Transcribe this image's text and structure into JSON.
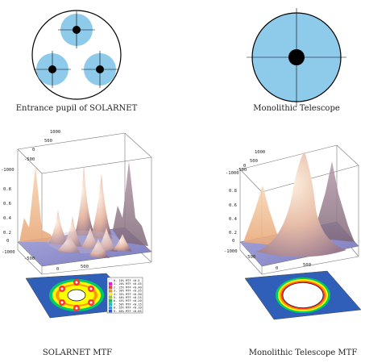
{
  "captions": {
    "solarnet_pupil": "Entrance pupil of SOLARNET",
    "mono_pupil": "Monolithic Telescope",
    "solarnet_mtf": "SOLARNET MTF",
    "mono_mtf": "Monolithic Telescope MTF"
  },
  "colors": {
    "pupil_fill": "#8ecbea",
    "obstruction": "#000000",
    "surface_peach": "#f2c6a0",
    "surface_mauve": "#c8aab6",
    "floor": "#8f8fc8",
    "contour_bg": "#2f5fb8"
  },
  "left_axes": {
    "x_ticks": [
      "1000",
      "500",
      "0",
      "-500",
      "-1000"
    ],
    "y_ticks": [
      "-1000",
      "-500",
      "0",
      "500"
    ],
    "z_ticks": [
      "0.8",
      "0.6",
      "0.4",
      "0.2",
      "0"
    ]
  },
  "right_axes": {
    "x_ticks": [
      "1000",
      "500",
      "0",
      "-500",
      "-1000"
    ],
    "y_ticks": [
      "-1000",
      "-500",
      "0",
      "500"
    ],
    "z_ticks": [
      "0.8",
      "0.6",
      "0.4",
      "0.2",
      "0"
    ]
  },
  "legend": [
    "0.  10% MTF <0.5",
    "1.  20% MTF <0.45",
    "2.  25% MTF <0.40",
    "3.  30% MTF <0.35",
    "4.  35% MTF <0.30",
    "5.  40% MTF <0.25",
    "6.  45% MTF <0.20",
    "7.  50% MTF <0.15",
    "8.  55% MTF <0.10",
    "9.  60% MTF <0.05"
  ],
  "legend_colors": [
    "#ffffff",
    "#ff00ff",
    "#ff3333",
    "#ff9900",
    "#ffff00",
    "#99dd00",
    "#00cc66",
    "#00cccc",
    "#3399ff",
    "#3355cc"
  ]
}
